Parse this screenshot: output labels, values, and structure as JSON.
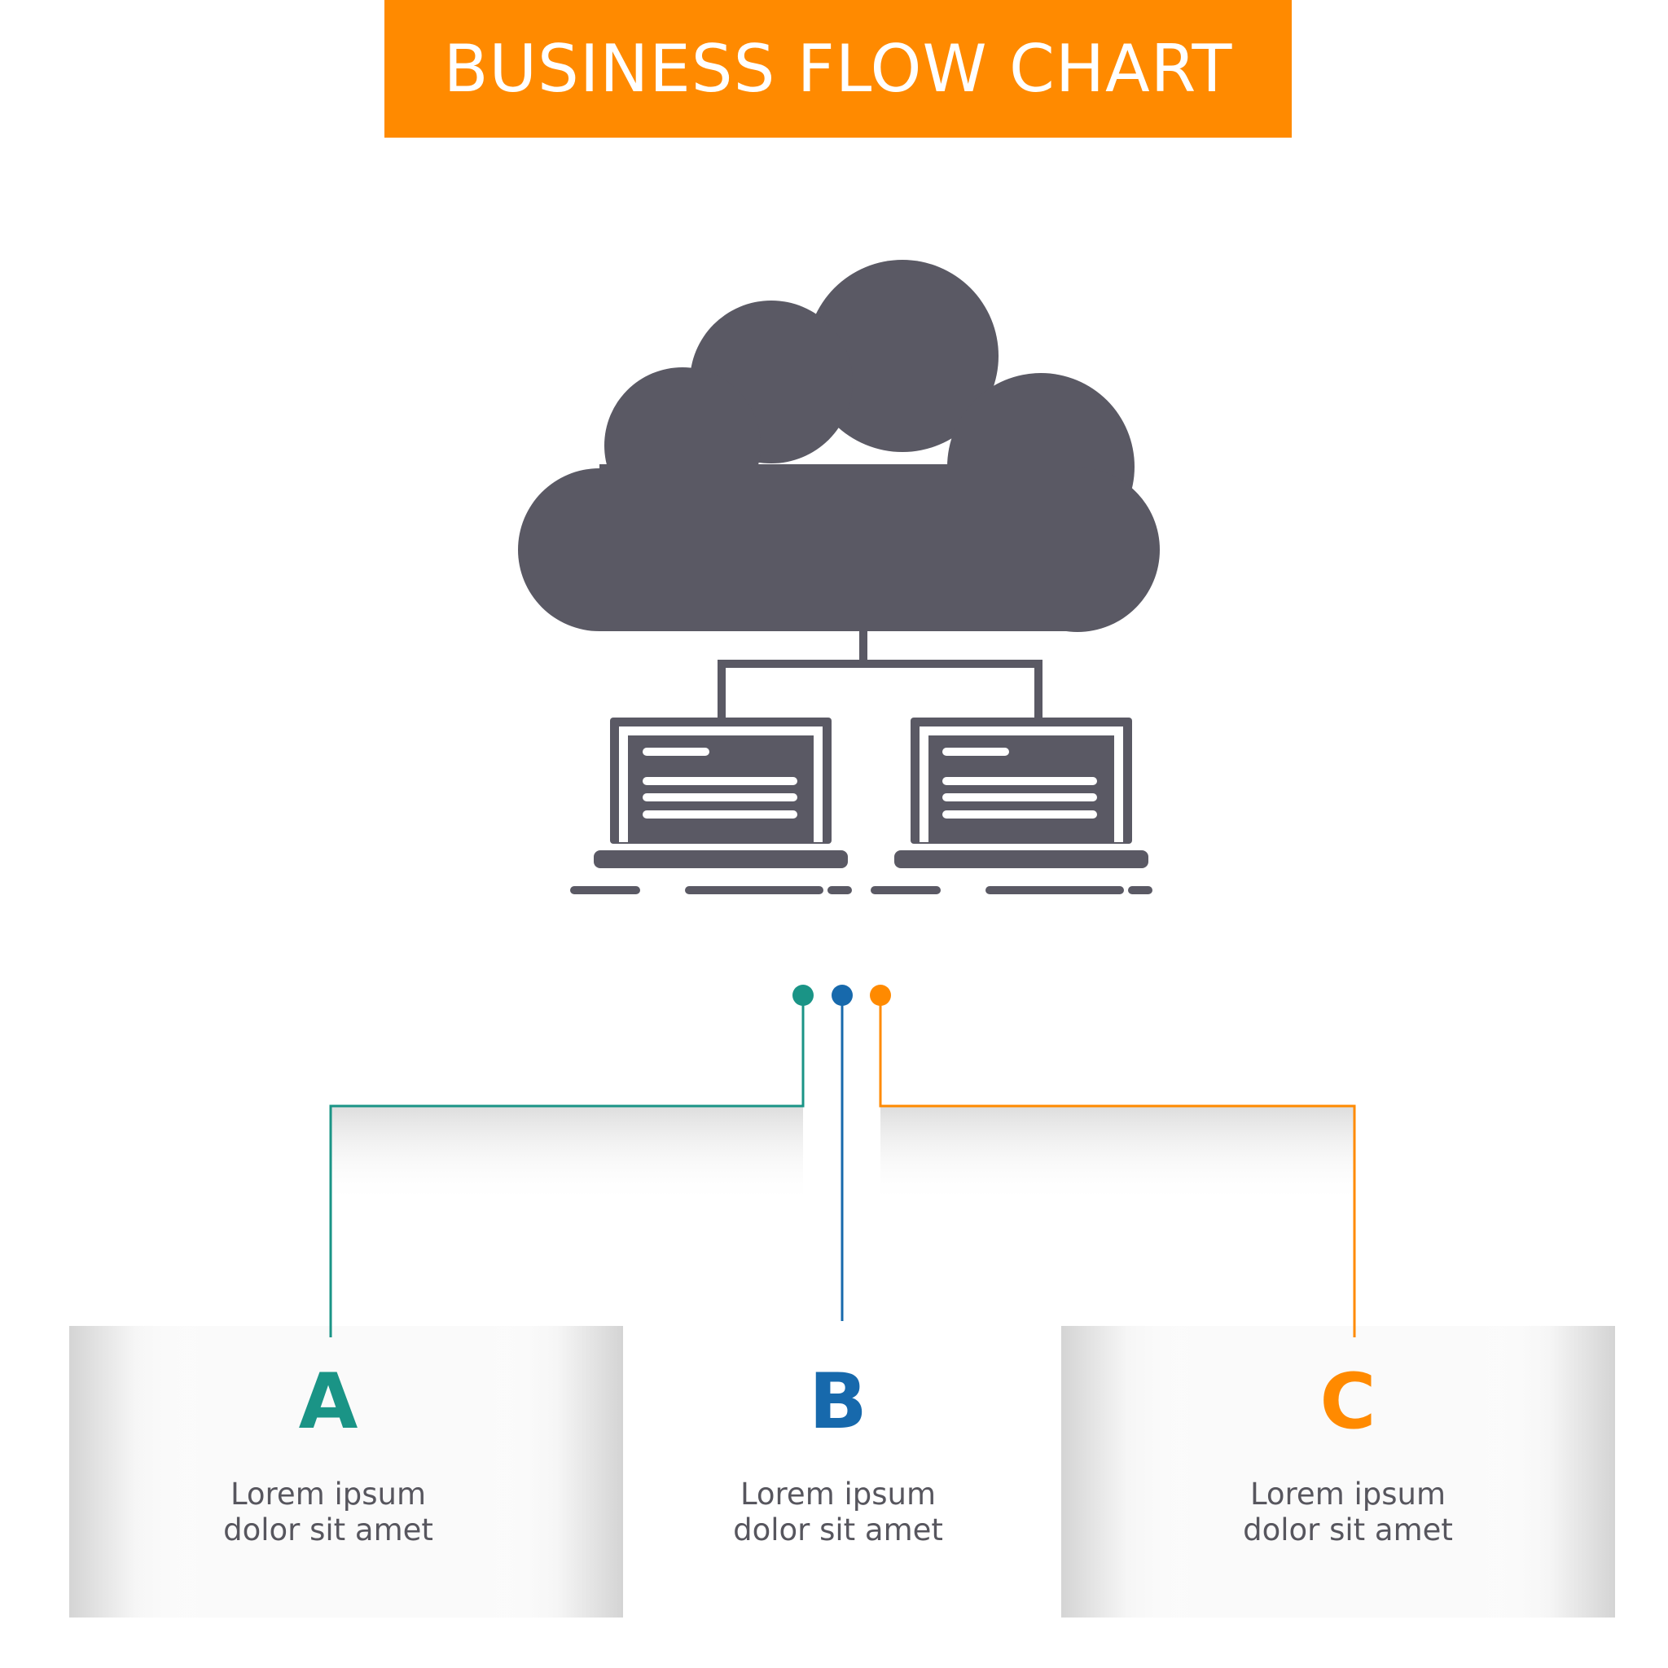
{
  "header": {
    "title": "BUSINESS FLOW CHART"
  },
  "colors": {
    "banner": "#ff8a00",
    "icon": "#5a5964",
    "a": "#1a9486",
    "b": "#1769ac",
    "c": "#ff8a00"
  },
  "icon": {
    "name": "cloud-network-laptops-icon"
  },
  "steps": [
    {
      "letter": "A",
      "line1": "Lorem ipsum",
      "line2": "dolor sit amet"
    },
    {
      "letter": "B",
      "line1": "Lorem ipsum",
      "line2": "dolor sit amet"
    },
    {
      "letter": "C",
      "line1": "Lorem ipsum",
      "line2": "dolor sit amet"
    }
  ]
}
